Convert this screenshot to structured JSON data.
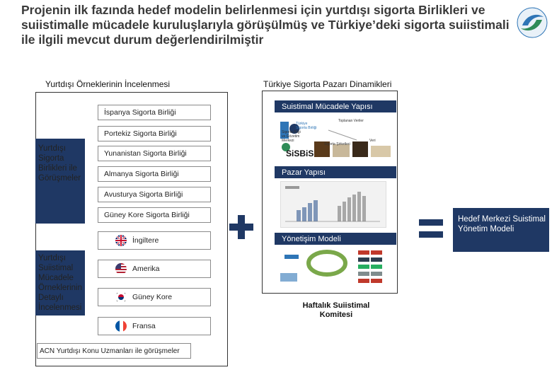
{
  "title": "Projenin ilk fazında hedef modelin belirlenmesi için yurtdışı sigorta Birlikleri ve suiistimalle mücadele kuruluşlarıyla görüşülmüş ve Türkiye’deki sigorta suiistimali ile ilgili mevcut durum değerlendirilmiştir",
  "left_header": "Yurtdışı Örneklerinin İncelenmesi",
  "right_header": "Türkiye Sigorta Pazarı Dinamikleri",
  "birlik_group_label": "Yurtdışı Sigorta Birlikleri ile Görüşmeler",
  "birlikler": [
    "İspanya Sigorta Birliği",
    "Portekiz Sigorta Birliği",
    "Yunanistan Sigorta Birliği",
    "Almanya Sigorta Birliği",
    "Avusturya Sigorta Birliği",
    "Güney Kore Sigorta Birliği"
  ],
  "fraud_group_label": "Yurtdışı Suiistimal Mücadele Örneklerinin Detaylı İncelenmesi",
  "countries": [
    "İngiltere",
    "Amerika",
    "Güney Kore",
    "Fransa"
  ],
  "acn_label": "ACN Yurtdışı Konu Uzmanları ile görüşmeler",
  "right_sections": {
    "suiistimal": "Suistimal Mücadele Yapısı",
    "sisbis": "SiSBiS",
    "pazar": "Pazar Yapısı",
    "yonetisim": "Yönetişim Modeli"
  },
  "diagram_texts": {
    "sigorta_bilgi": "Sigorta Bilgi ve Gözetim Merkezi",
    "tbb": "Türkiye Sigorta Birliği",
    "toplanan": "Toplanan Veriler",
    "sigorta_sirketleri": "Sigorta Şirketleri",
    "veri": "Veri"
  },
  "komite": "Haftalık Suiistimal Komitesi",
  "result": "Hedef Merkezi Suistimal Yönetim Modeli",
  "operators": {
    "plus": "+",
    "equals": "="
  },
  "colors": {
    "navy": "#1f3864",
    "title": "#3a3a3a",
    "plus": "#1f3864"
  }
}
